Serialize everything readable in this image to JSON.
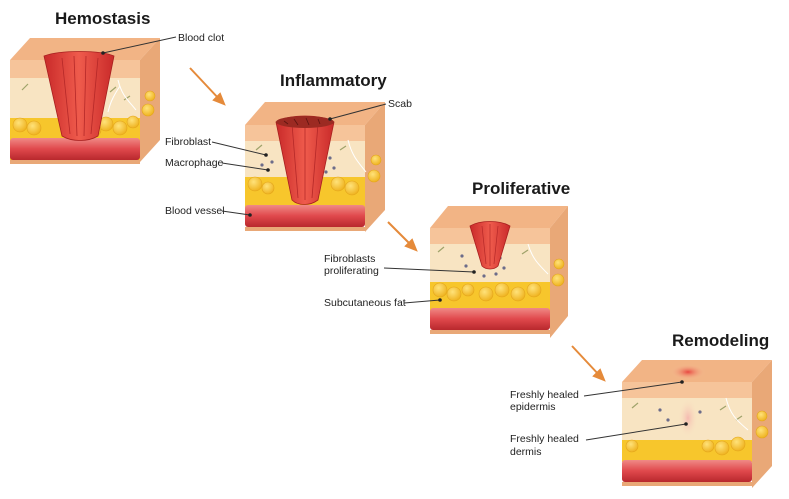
{
  "stages": [
    {
      "title": "Hemostasis"
    },
    {
      "title": "Inflammatory"
    },
    {
      "title": "Proliferative"
    },
    {
      "title": "Remodeling"
    }
  ],
  "labels": {
    "blood_clot": "Blood clot",
    "scab": "Scab",
    "fibroblast": "Fibroblast",
    "macrophage": "Macrophage",
    "blood_vessel": "Blood vessel",
    "fibroblasts_proliferating_1": "Fibroblasts",
    "fibroblasts_proliferating_2": "proliferating",
    "subcutaneous_fat": "Subcutaneous fat",
    "healed_epidermis_1": "Freshly healed",
    "healed_epidermis_2": "epidermis",
    "healed_dermis_1": "Freshly healed",
    "healed_dermis_2": "dermis"
  },
  "colors": {
    "epidermis": "#f6c49a",
    "epidermis_side": "#e9a877",
    "dermis": "#f8e4c2",
    "fat": "#f7c62c",
    "vessel": "#e0484c",
    "wound": "#e2453e",
    "arrow": "#e58a3a"
  }
}
